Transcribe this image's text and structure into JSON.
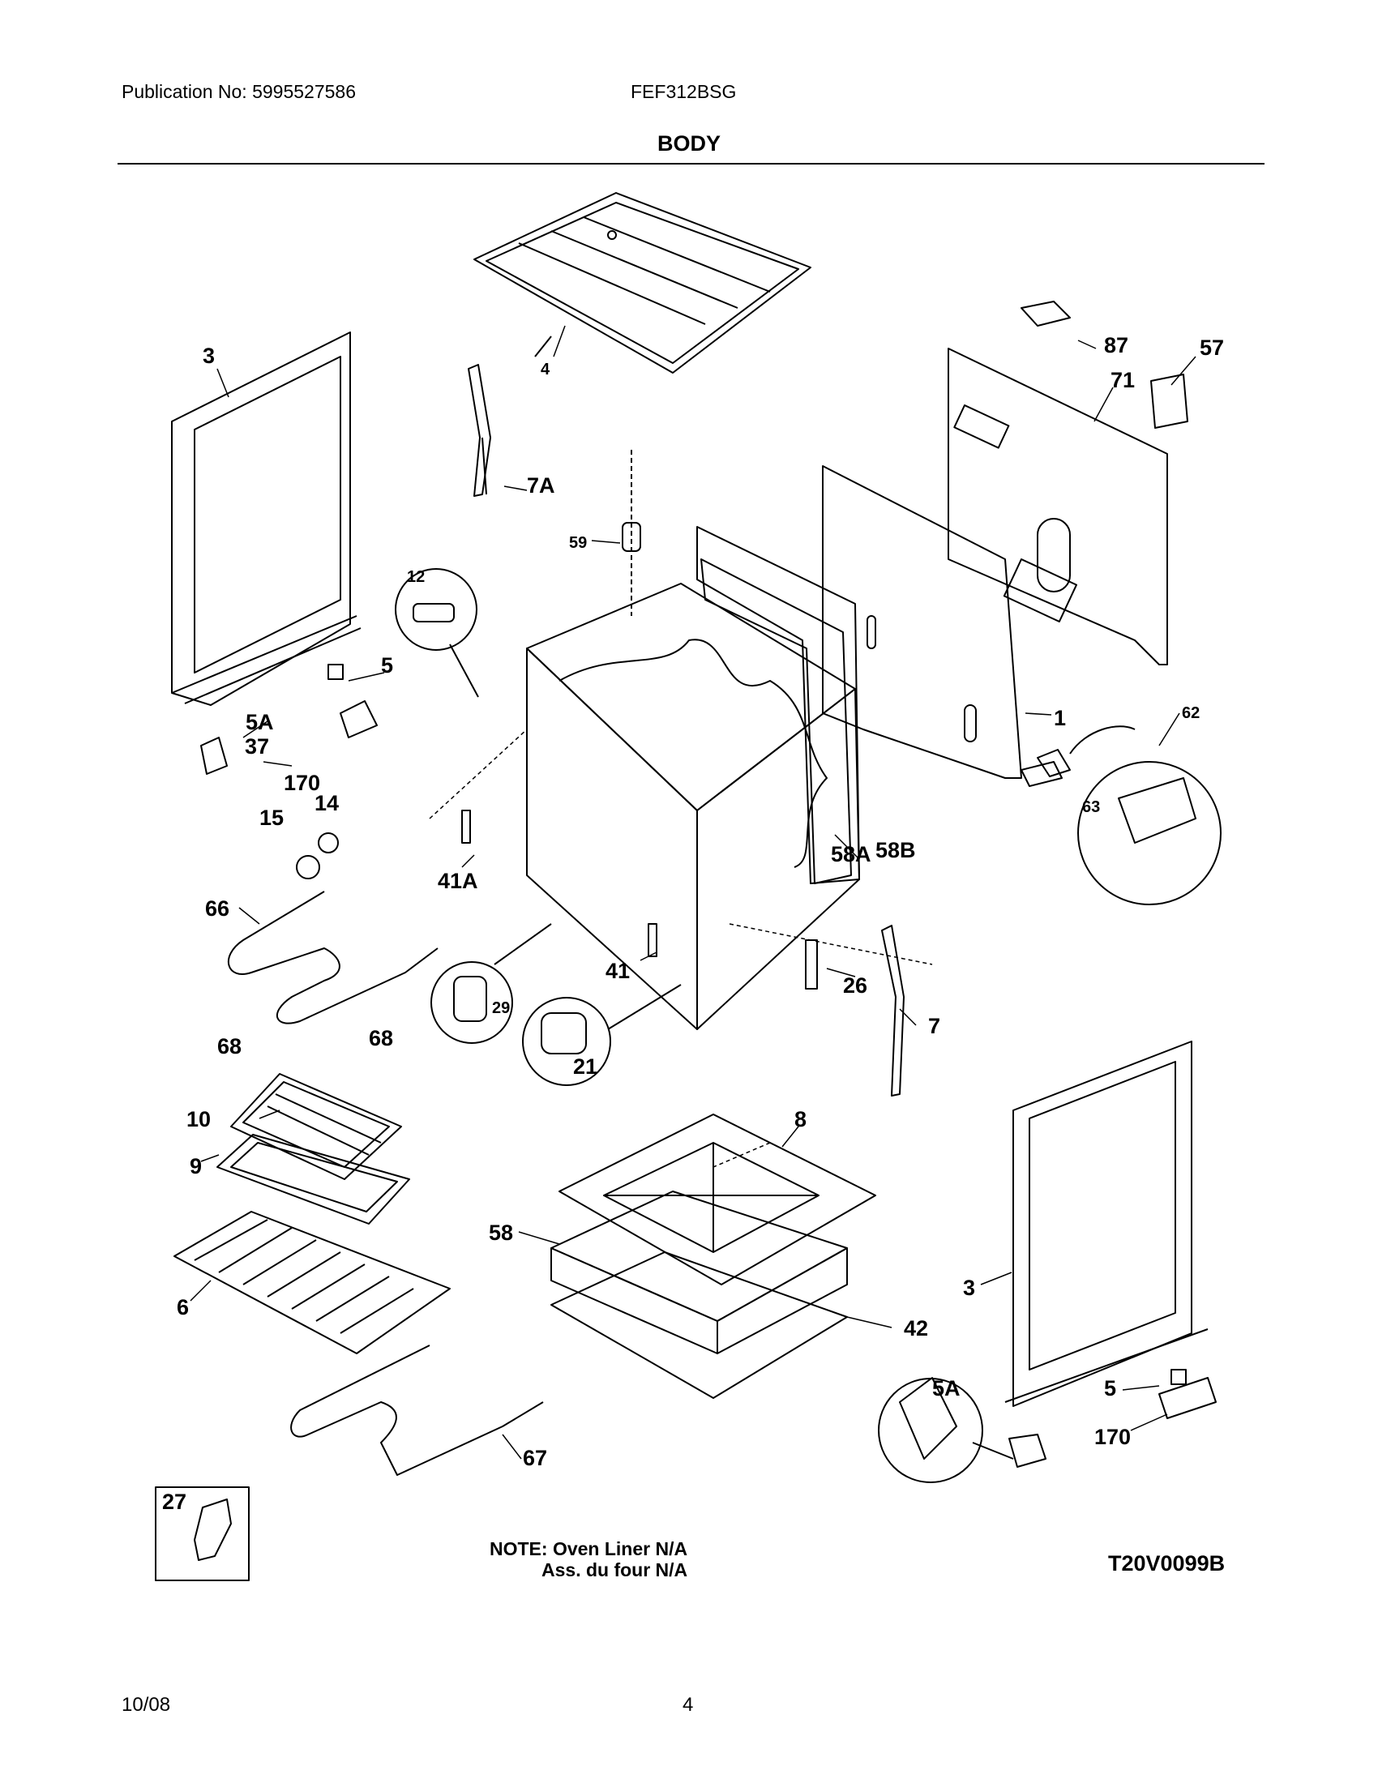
{
  "header": {
    "publication": "Publication No: 5995527586",
    "model": "FEF312BSG",
    "section": "BODY"
  },
  "labels": {
    "l1": "1",
    "l3a": "3",
    "l3b": "3",
    "l4": "4",
    "l5a": "5",
    "l5b": "5",
    "l5A1": "5A",
    "l5A2": "5A",
    "l6": "6",
    "l7": "7",
    "l7A": "7A",
    "l8": "8",
    "l9": "9",
    "l10": "10",
    "l12": "12",
    "l14": "14",
    "l15": "15",
    "l21": "21",
    "l26": "26",
    "l27": "27",
    "l29": "29",
    "l37": "37",
    "l41": "41",
    "l41A": "41A",
    "l42": "42",
    "l57": "57",
    "l58": "58",
    "l58A": "58A",
    "l58B": "58B",
    "l59": "59",
    "l62": "62",
    "l63": "63",
    "l66": "66",
    "l67": "67",
    "l68a": "68",
    "l68b": "68",
    "l71": "71",
    "l87": "87",
    "l170a": "170",
    "l170b": "170"
  },
  "notes": {
    "line1": "NOTE: Oven Liner N/A",
    "line2": "Ass. du four N/A"
  },
  "drawing_code": "T20V0099B",
  "footer": {
    "date": "10/08",
    "page": "4"
  }
}
